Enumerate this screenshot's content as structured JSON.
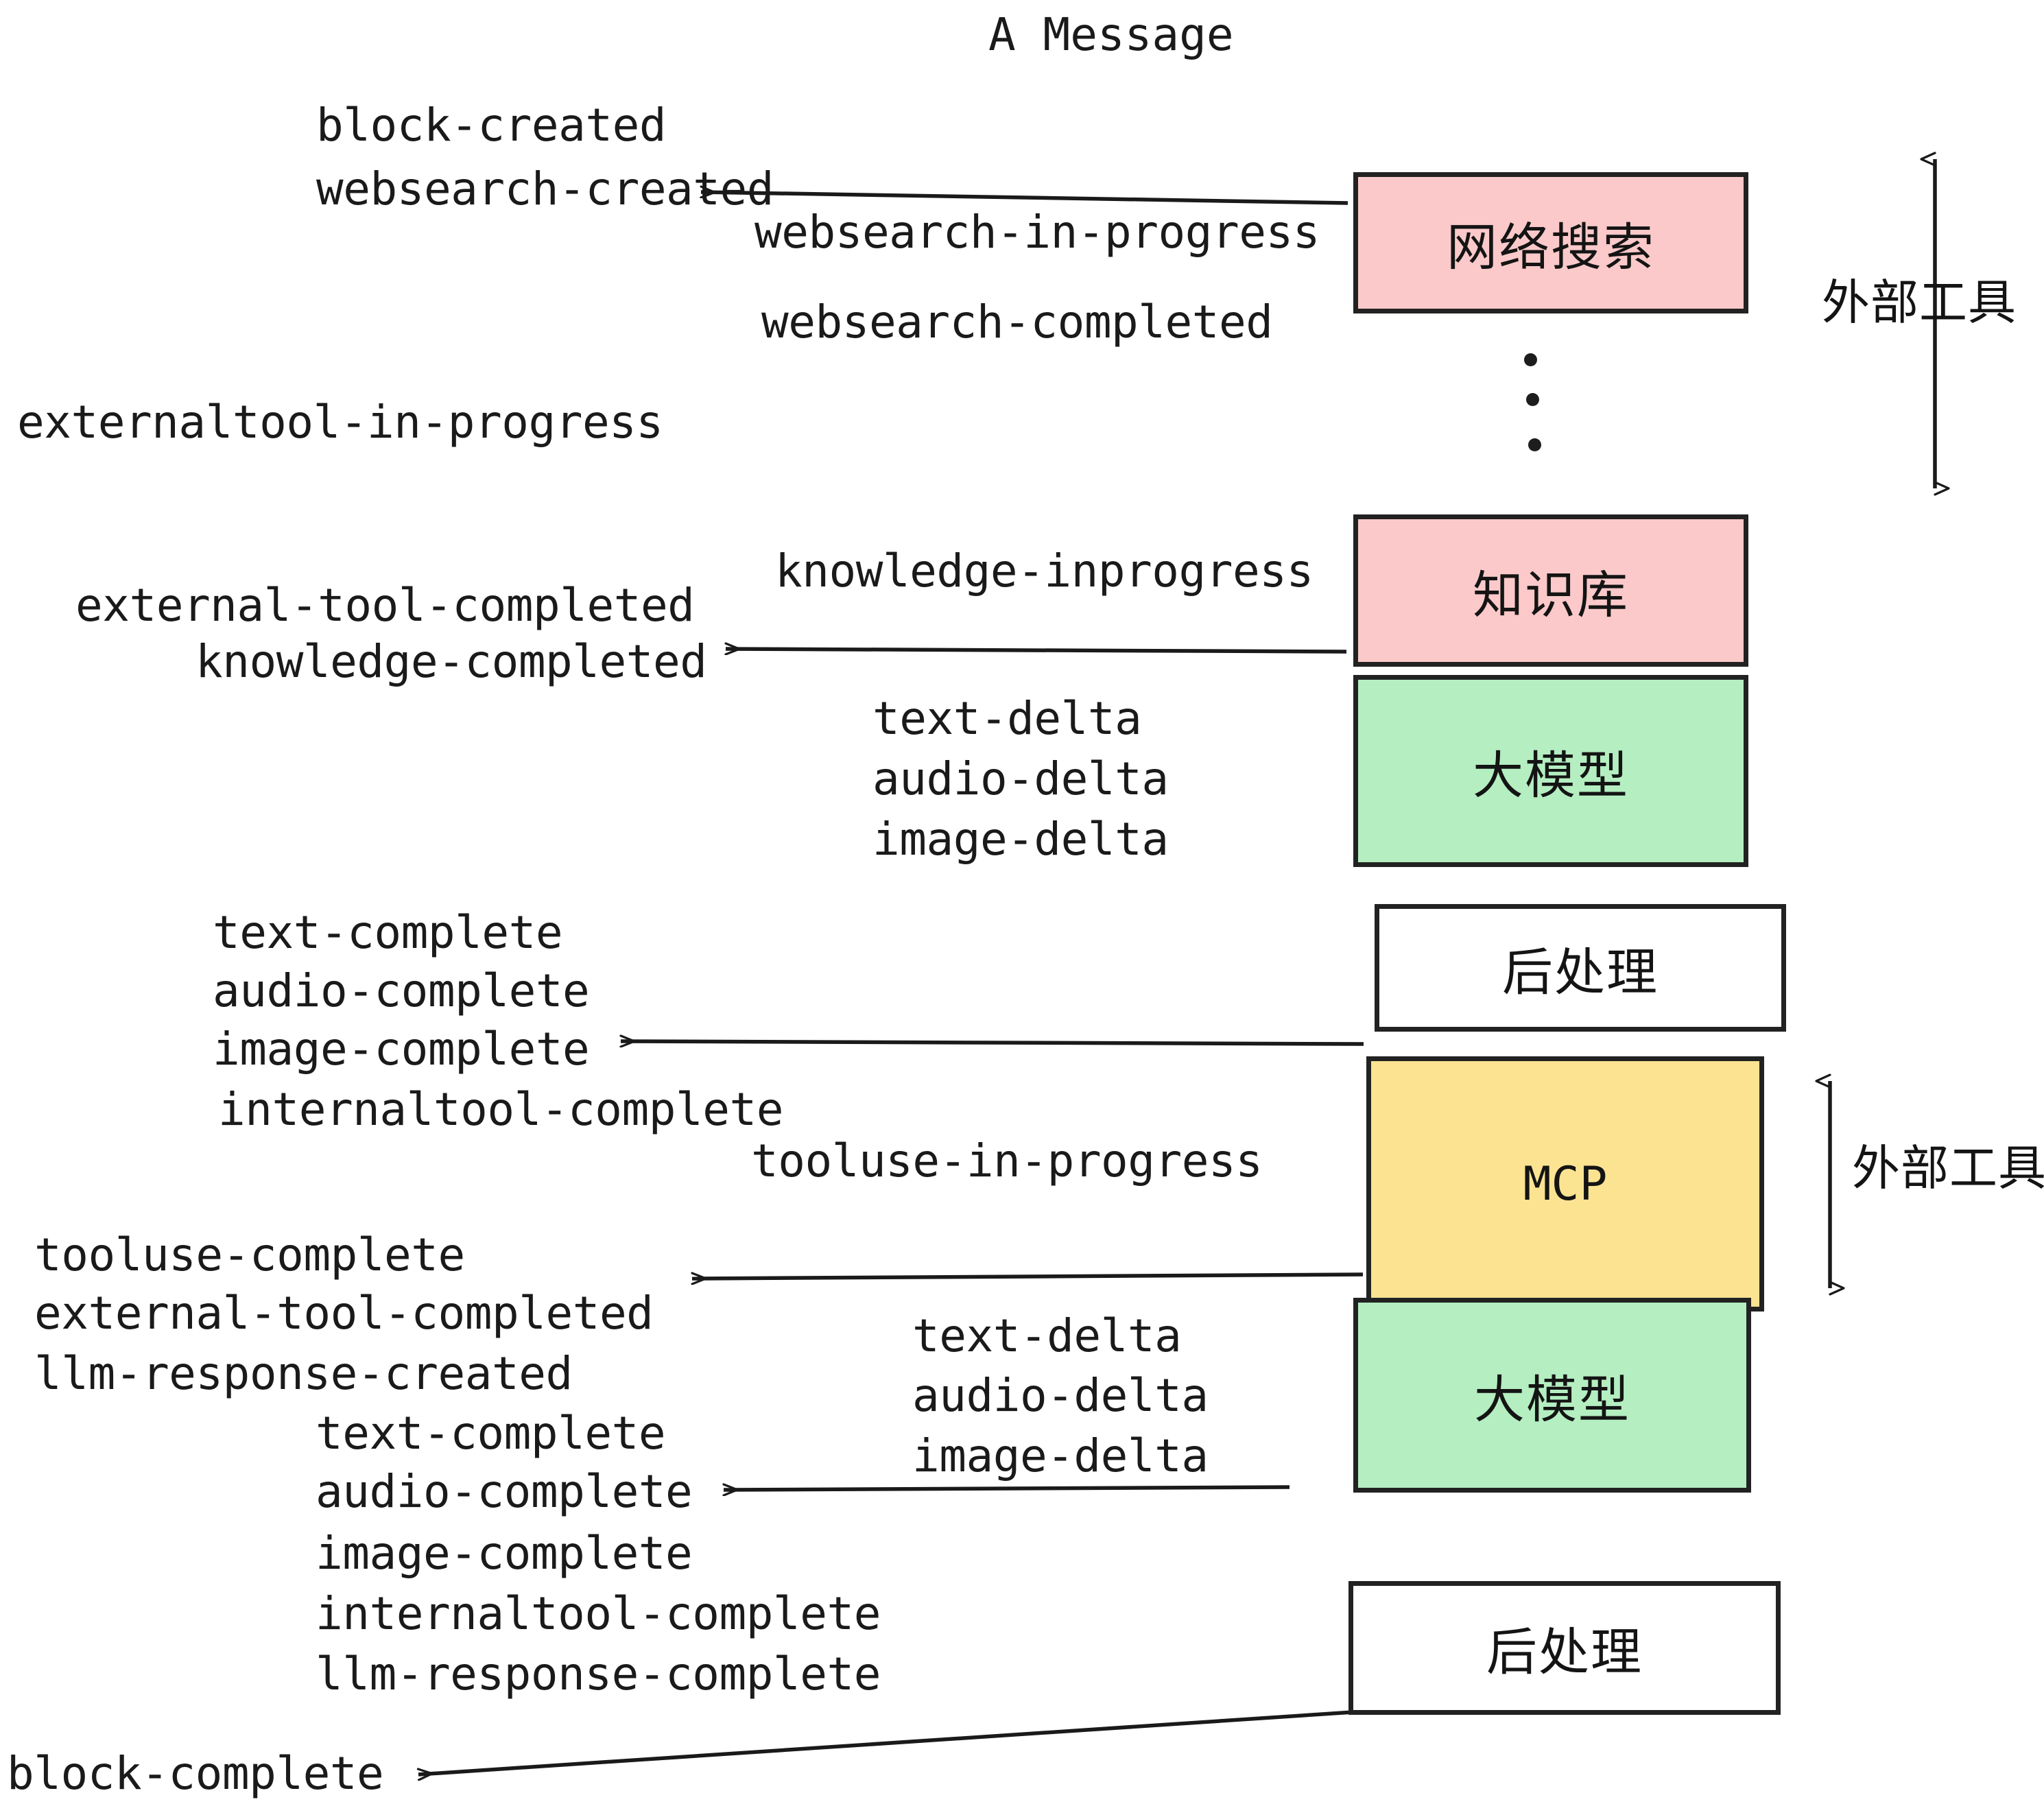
{
  "title": "A Message",
  "colors": {
    "pink": "#fbc9c9",
    "green": "#b4eec1",
    "yellow": "#fbe392",
    "white": "#ffffff",
    "stroke": "#222222",
    "text": "#1a1a1a"
  },
  "nodes": [
    {
      "key": "websearch",
      "label": "网络搜索",
      "fill": "#fbc9c9"
    },
    {
      "key": "knowledgebase",
      "label": "知识库",
      "fill": "#fbc9c9"
    },
    {
      "key": "llm-1",
      "label": "大模型",
      "fill": "#b4eec1"
    },
    {
      "key": "postprocess-1",
      "label": "后处理",
      "fill": "#ffffff"
    },
    {
      "key": "mcp",
      "label": "MCP",
      "fill": "#fbe392"
    },
    {
      "key": "llm-2",
      "label": "大模型",
      "fill": "#b4eec1"
    },
    {
      "key": "postprocess-2",
      "label": "后处理",
      "fill": "#ffffff"
    }
  ],
  "side_labels": [
    {
      "key": "external-tool-top",
      "label": "外部工具"
    },
    {
      "key": "external-tool-bottom",
      "label": "外部工具"
    }
  ],
  "events": [
    {
      "key": "block-created",
      "text": "block-created"
    },
    {
      "key": "websearch-created",
      "text": "websearch-created"
    },
    {
      "key": "websearch-in-progress",
      "text": "websearch-in-progress"
    },
    {
      "key": "websearch-completed",
      "text": "websearch-completed"
    },
    {
      "key": "externaltool-in-progress",
      "text": "externaltool-in-progress"
    },
    {
      "key": "knowledge-inprogress",
      "text": "knowledge-inprogress"
    },
    {
      "key": "external-tool-completed-1",
      "text": "external-tool-completed"
    },
    {
      "key": "knowledge-completed",
      "text": "knowledge-completed"
    },
    {
      "key": "text-delta-1",
      "text": "text-delta"
    },
    {
      "key": "audio-delta-1",
      "text": "audio-delta"
    },
    {
      "key": "image-delta-1",
      "text": "image-delta"
    },
    {
      "key": "text-complete-1",
      "text": "text-complete"
    },
    {
      "key": "audio-complete-1",
      "text": "audio-complete"
    },
    {
      "key": "image-complete-1",
      "text": "image-complete"
    },
    {
      "key": "internaltool-complete-1",
      "text": "internaltool-complete"
    },
    {
      "key": "tooluse-in-progress",
      "text": "tooluse-in-progress"
    },
    {
      "key": "tooluse-complete",
      "text": "tooluse-complete"
    },
    {
      "key": "external-tool-completed-2",
      "text": "external-tool-completed"
    },
    {
      "key": "llm-response-created",
      "text": "llm-response-created"
    },
    {
      "key": "text-delta-2",
      "text": "text-delta"
    },
    {
      "key": "audio-delta-2",
      "text": "audio-delta"
    },
    {
      "key": "image-delta-2",
      "text": "image-delta"
    },
    {
      "key": "text-complete-2",
      "text": "text-complete"
    },
    {
      "key": "audio-complete-2",
      "text": "audio-complete"
    },
    {
      "key": "image-complete-2",
      "text": "image-complete"
    },
    {
      "key": "internaltool-complete-2",
      "text": "internaltool-complete"
    },
    {
      "key": "llm-response-complete",
      "text": "llm-response-complete"
    },
    {
      "key": "block-complete",
      "text": "block-complete"
    }
  ]
}
